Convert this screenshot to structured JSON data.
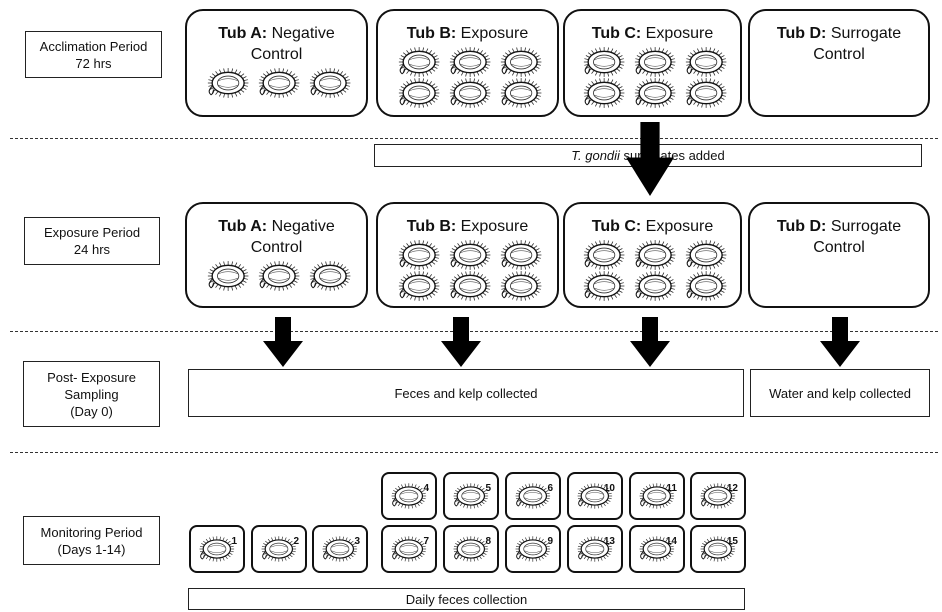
{
  "periods": {
    "acclimation": {
      "line1": "Acclimation Period",
      "line2": "72 hrs"
    },
    "exposure": {
      "line1": "Exposure Period",
      "line2": "24 hrs"
    },
    "post_exposure": {
      "line1": "Post- Exposure",
      "line2": "Sampling",
      "line3": "(Day 0)"
    },
    "monitoring": {
      "line1": "Monitoring Period",
      "line2": "(Days 1-14)"
    }
  },
  "tubs": {
    "a": {
      "bold": "Tub A:",
      "rest": "Negative",
      "line2": "Control",
      "urchins": 3
    },
    "b": {
      "bold": "Tub B:",
      "rest": "Exposure",
      "line2": "",
      "urchins": 6
    },
    "c": {
      "bold": "Tub C:",
      "rest": "Exposure",
      "line2": "",
      "urchins": 6
    },
    "d": {
      "bold": "Tub D:",
      "rest": "Surrogate",
      "line2": "Control",
      "urchins": 0
    }
  },
  "surrogate_bar": {
    "italic": "T. gondii",
    "rest": " surrogates added"
  },
  "sampling": {
    "feces_kelp": "Feces and kelp collected",
    "water_kelp": "Water and kelp collected"
  },
  "monitoring": {
    "days_bottom": [
      "1",
      "2",
      "3",
      "7",
      "8",
      "9",
      "13",
      "14",
      "15"
    ],
    "days_top": [
      "4",
      "5",
      "6",
      "10",
      "11",
      "12"
    ],
    "daily_label": "Daily feces collection"
  },
  "icons": {
    "urchin": "sea-urchin-icon",
    "arrow": "down-arrow-icon"
  }
}
